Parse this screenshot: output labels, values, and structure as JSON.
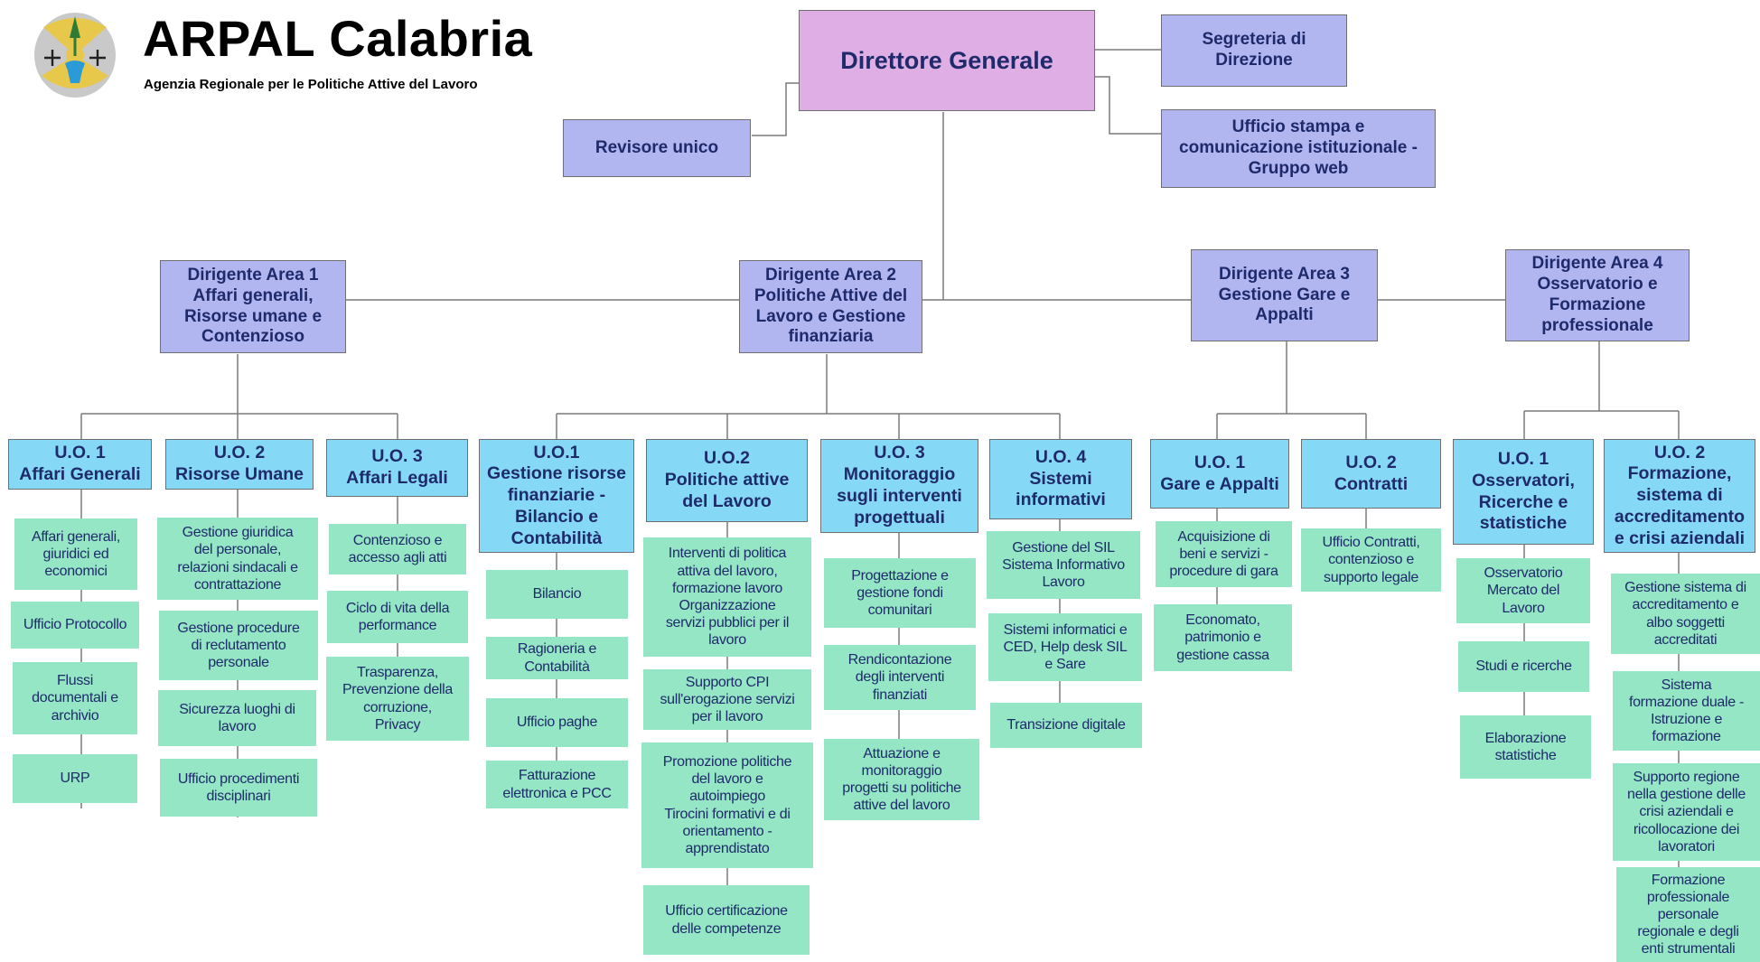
{
  "header": {
    "title": "ARPAL Calabria",
    "subtitle": "Agenzia Regionale per le Politiche Attive del Lavoro"
  },
  "top": {
    "director": "Direttore Generale",
    "segreteria": "Segreteria di\nDirezione",
    "ufficio_stampa": "Ufficio stampa e\ncomunicazione istituzionale -\nGruppo web",
    "revisore": "Revisore unico"
  },
  "areas": [
    {
      "label": "Dirigente Area 1\nAffari generali,\nRisorse umane e\nContenzioso",
      "units": [
        {
          "label": "U.O. 1\nAffari Generali",
          "tasks": [
            "Affari generali,\ngiuridici ed\neconomici",
            "Ufficio Protocollo",
            "Flussi\ndocumentali e\narchivio",
            "URP"
          ]
        },
        {
          "label": "U.O. 2\nRisorse Umane",
          "tasks": [
            "Gestione giuridica\ndel personale,\nrelazioni sindacali e\ncontrattazione",
            "Gestione procedure\ndi reclutamento\npersonale",
            "Sicurezza luoghi di\nlavoro",
            "Ufficio procedimenti\ndisciplinari"
          ]
        },
        {
          "label": "U.O. 3\nAffari Legali",
          "tasks": [
            "Contenzioso e\naccesso agli atti",
            "Ciclo di vita della\nperformance",
            "Trasparenza,\nPrevenzione della\ncorruzione,\nPrivacy"
          ]
        }
      ]
    },
    {
      "label": "Dirigente Area 2\nPolitiche Attive del\nLavoro e Gestione\nfinanziaria",
      "units": [
        {
          "label": "U.O.1\nGestione risorse\nfinanziarie -\nBilancio e\nContabilità",
          "tasks": [
            "Bilancio",
            "Ragioneria e\nContabilità",
            "Ufficio paghe",
            "Fatturazione\nelettronica e PCC"
          ]
        },
        {
          "label": "U.O.2\nPolitiche attive\ndel Lavoro",
          "tasks": [
            "Interventi di politica\nattiva del lavoro,\nformazione lavoro\nOrganizzazione\nservizi pubblici per il\nlavoro",
            "Supporto CPI\nsull'erogazione servizi\nper il lavoro",
            "Promozione politiche\ndel lavoro e\nautoimpiego\nTirocini formativi e di\norientamento -\napprendistato",
            "Ufficio certificazione\ndelle competenze"
          ]
        },
        {
          "label": "U.O. 3\nMonitoraggio\nsugli interventi\nprogettuali",
          "tasks": [
            "Progettazione e\ngestione fondi\ncomunitari",
            "Rendicontazione\ndegli interventi\nfinanziati",
            "Attuazione e\nmonitoraggio\nprogetti su politiche\nattive del lavoro"
          ]
        },
        {
          "label": "U.O. 4\nSistemi\ninformativi",
          "tasks": [
            "Gestione del SIL\nSistema Informativo\nLavoro",
            "Sistemi informatici e\nCED, Help desk SIL\ne Sare",
            "Transizione digitale"
          ]
        }
      ]
    },
    {
      "label": "Dirigente Area 3\nGestione Gare e\nAppalti",
      "units": [
        {
          "label": "U.O. 1\nGare e Appalti",
          "tasks": [
            "Acquisizione di\nbeni e servizi -\nprocedure di gara",
            "Economato,\npatrimonio e\ngestione cassa"
          ]
        },
        {
          "label": "U.O. 2\nContratti",
          "tasks": [
            "Ufficio Contratti,\ncontenzioso e\nsupporto legale"
          ]
        }
      ]
    },
    {
      "label": "Dirigente Area 4\nOsservatorio e\nFormazione\nprofessionale",
      "units": [
        {
          "label": "U.O. 1\nOsservatori,\nRicerche e\nstatistiche",
          "tasks": [
            "Osservatorio\nMercato del\nLavoro",
            "Studi e ricerche",
            "Elaborazione\nstatistiche"
          ]
        },
        {
          "label": "U.O. 2\nFormazione,\nsistema di\naccreditamento\ne crisi aziendali",
          "tasks": [
            "Gestione sistema di\naccreditamento e\nalbo soggetti\naccreditati",
            "Sistema\nformazione duale -\nIstruzione e\nformazione",
            "Supporto regione\nnella gestione delle\ncrisi aziendali e\nricollocazione dei\nlavoratori",
            "Formazione\nprofessionale\npersonale\nregionale e degli\nenti strumentali"
          ]
        }
      ]
    }
  ],
  "colors": {
    "director": "#deaee4",
    "area": "#b2b6f0",
    "unit": "#86d9f6",
    "task": "#94e6c5",
    "text": "#1f2a6b",
    "line": "#7a7a7a"
  }
}
